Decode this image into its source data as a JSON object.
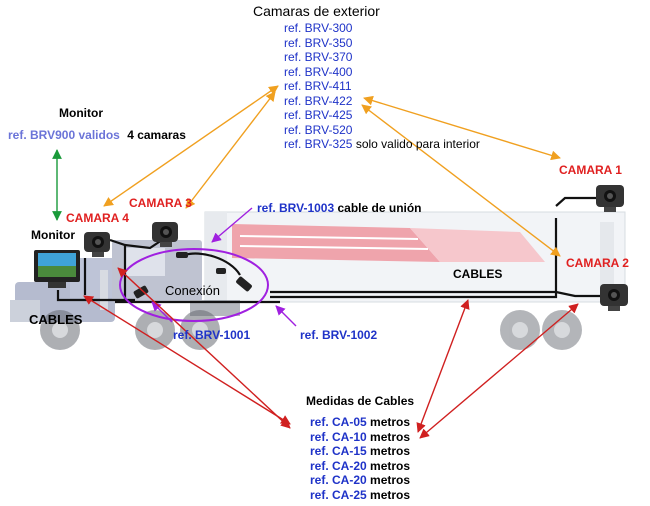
{
  "exterior": {
    "title": "Camaras de exterior",
    "refs": [
      "ref. BRV-300",
      "ref. BRV-350",
      "ref. BRV-370",
      "ref. BRV-400",
      "ref. BRV-411",
      "ref. BRV-422",
      "ref. BRV-425",
      "ref. BRV-520",
      "ref. BRV-325"
    ],
    "interior_note": "solo valido para interior"
  },
  "monitor": {
    "title": "Monitor",
    "ref": "ref. BRV900 validos",
    "cams": "4 camaras",
    "unit_label": "Monitor"
  },
  "cameras": {
    "cam1": "CAMARA 1",
    "cam2": "CAMARA 2",
    "cam3": "CAMARA 3",
    "cam4": "CAMARA 4"
  },
  "cable_union": {
    "ref": "ref. BRV-1003",
    "desc": "cable de unión"
  },
  "conexion": "Conexión",
  "cables_label": "CABLES",
  "cables_left": "CABLES",
  "refs_bottom": {
    "r1001": "ref. BRV-1001",
    "r1002": "ref. BRV-1002"
  },
  "medidas": {
    "title": "Medidas de Cables",
    "items": [
      {
        "ref": "ref. CA-05",
        "unit": "metros"
      },
      {
        "ref": "ref. CA-10",
        "unit": "metros"
      },
      {
        "ref": "ref. CA-15",
        "unit": "metros"
      },
      {
        "ref": "ref. CA-20",
        "unit": "metros"
      },
      {
        "ref": "ref. CA-20",
        "unit": "metros"
      },
      {
        "ref": "ref. CA-25",
        "unit": "metros"
      }
    ]
  },
  "colors": {
    "orange_arrow": "#f0a020",
    "red_arrow": "#d02020",
    "purple": "#a020e0",
    "green_arrow": "#1a9a3a",
    "ref_blue": "#1f33c8",
    "camera_red": "#e02020"
  }
}
